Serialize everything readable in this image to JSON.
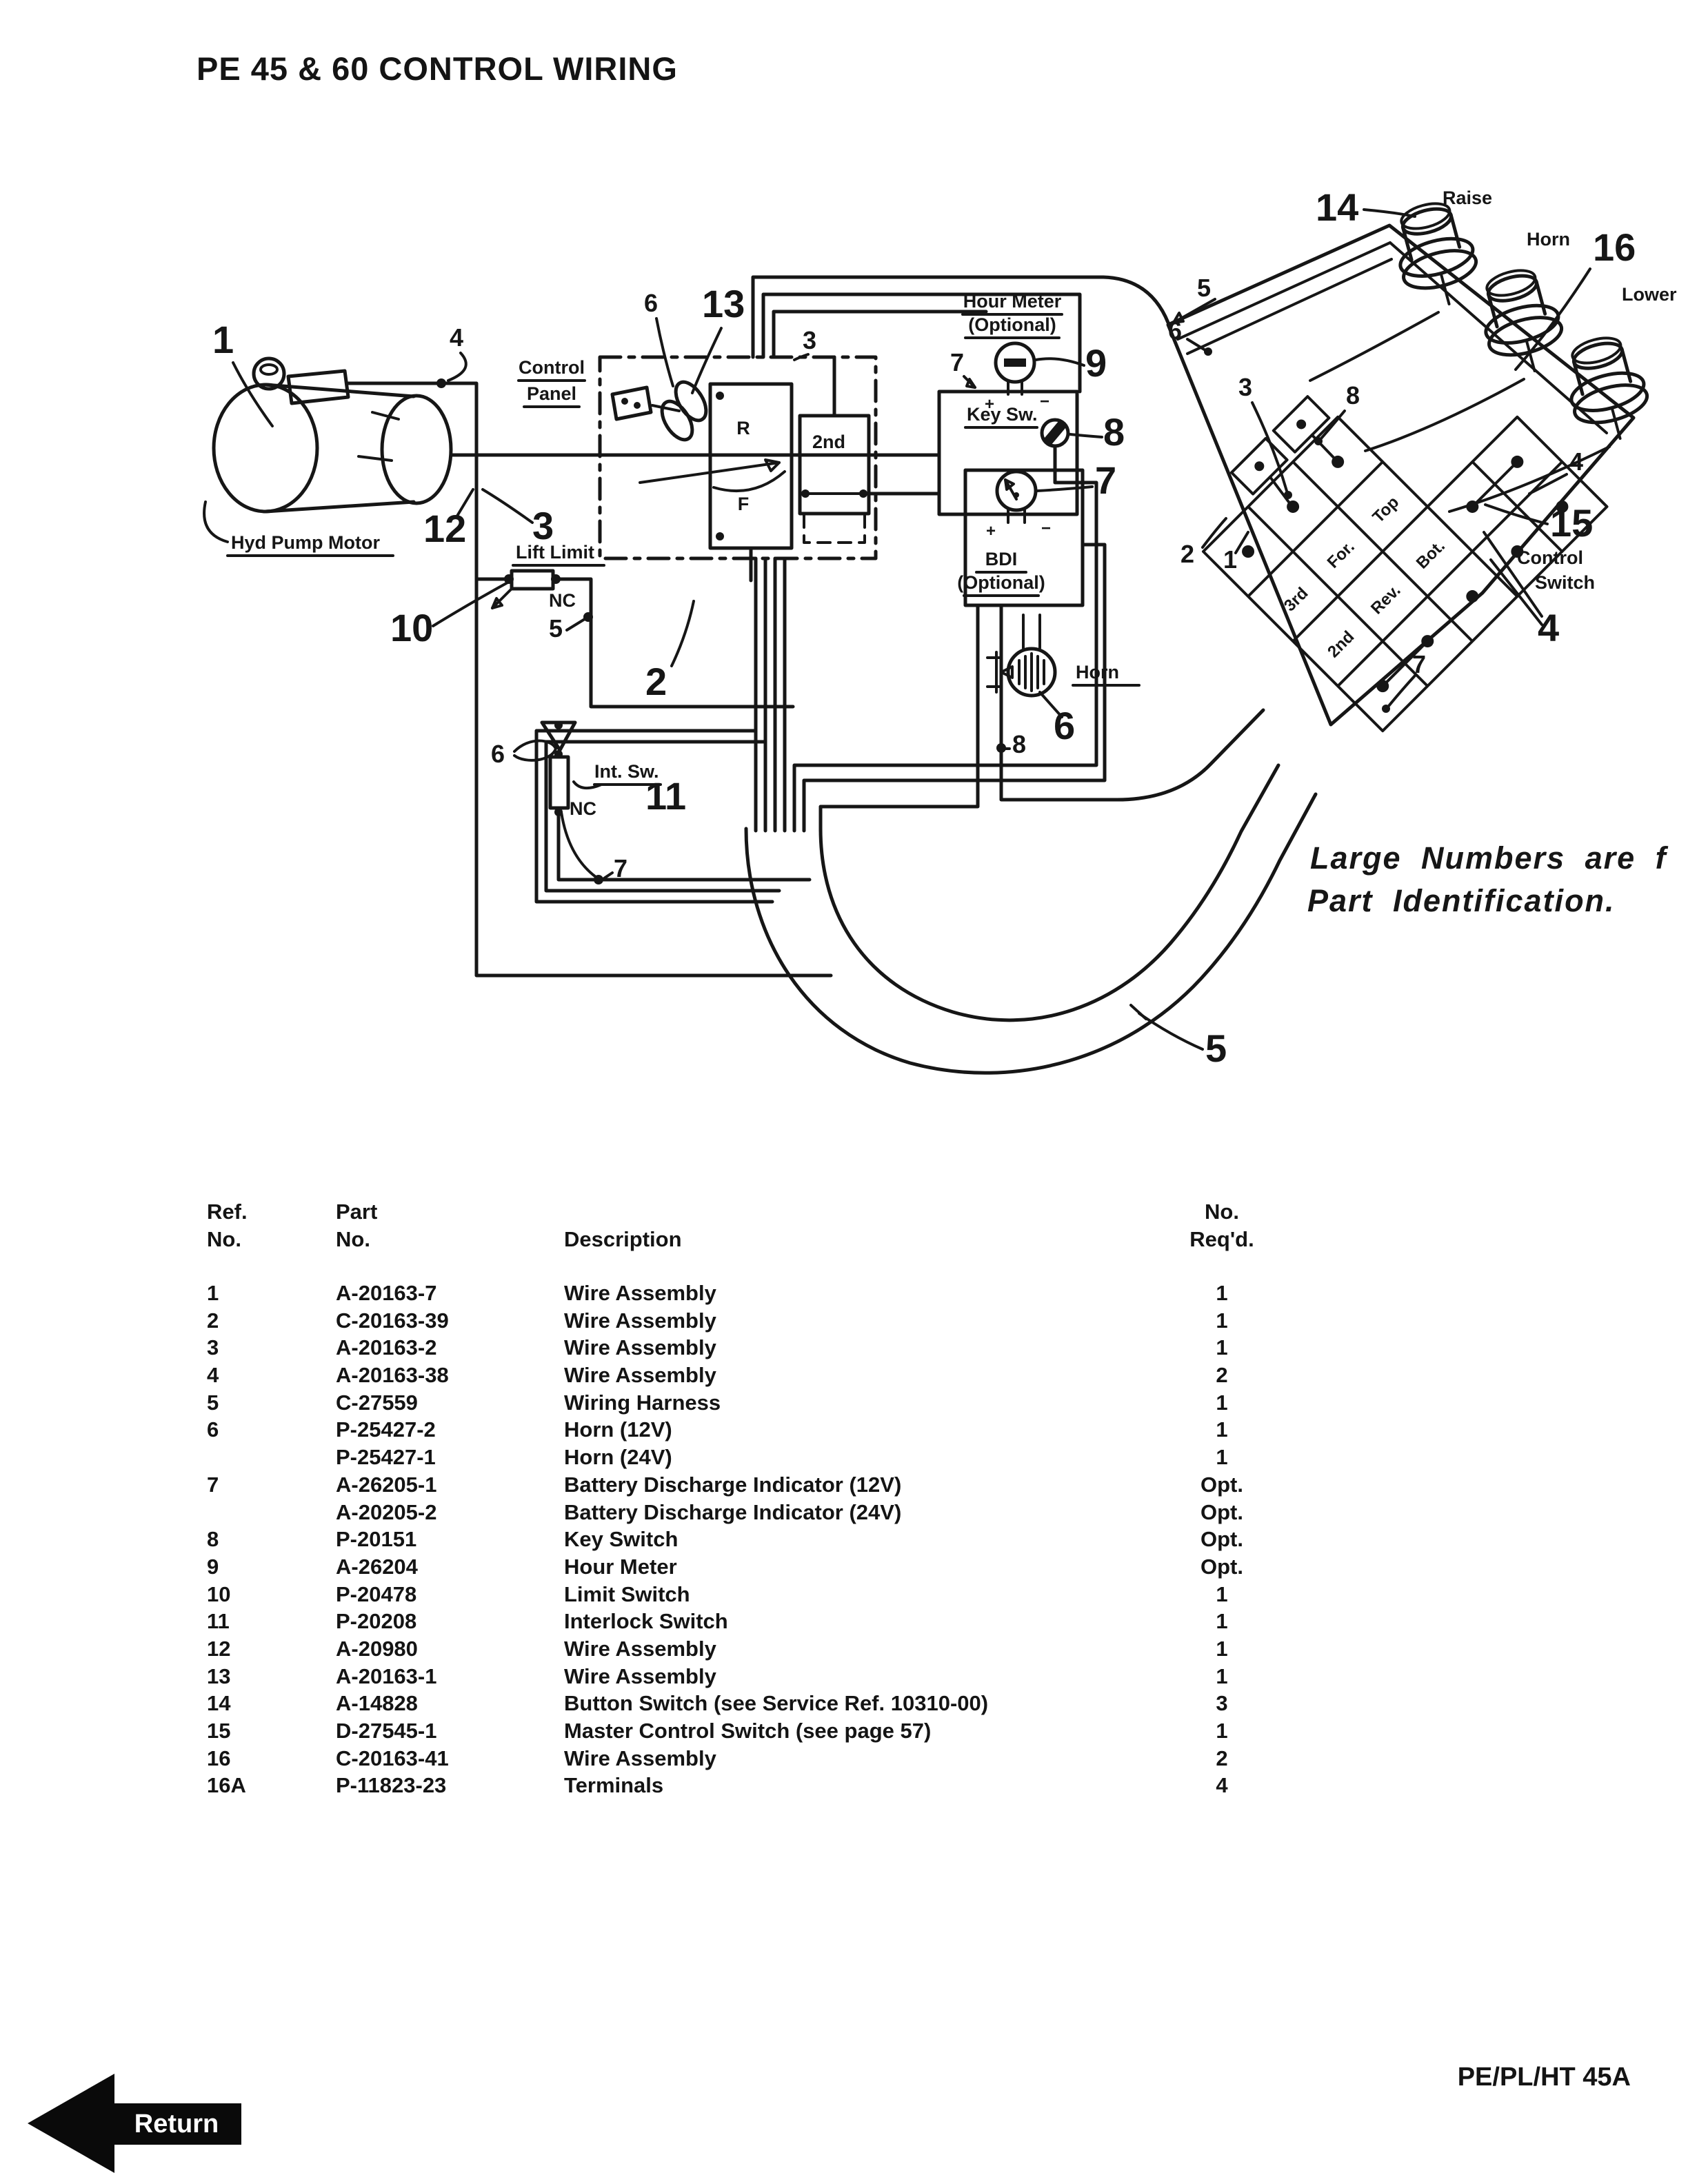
{
  "page": {
    "title": "PE 45 & 60 CONTROL WIRING",
    "doc_code": "PE/PL/HT 45A",
    "return_label": "Return"
  },
  "diagram": {
    "labels": {
      "hyd_pump_motor": "Hyd Pump Motor",
      "control_panel_line1": "Control",
      "control_panel_line2": "Panel",
      "hour_meter_line1": "Hour Meter",
      "hour_meter_line2": "(Optional)",
      "key_sw": "Key Sw.",
      "bdi_line1": "BDI",
      "bdi_line2": "(Optional)",
      "lift_limit": "Lift Limit",
      "int_sw": "Int. Sw.",
      "horn": "Horn",
      "nc": "NC",
      "raise": "Raise",
      "horn_button": "Horn",
      "lower": "Lower",
      "control_switch_line1": "Control",
      "control_switch_line2": "Switch",
      "r": "R",
      "f": "F",
      "second_speed": "2nd",
      "plus": "+",
      "minus": "−"
    },
    "grid": {
      "r1": [
        "3rd",
        "For.",
        "Top"
      ],
      "r2": [
        "2nd",
        "Rev.",
        "Bot."
      ]
    },
    "callouts": {
      "n1": "1",
      "n2": "2",
      "n3": "3",
      "n4": "4",
      "n5": "5",
      "n6": "6",
      "n7": "7",
      "n8": "8",
      "n9": "9",
      "n10": "10",
      "n11": "11",
      "n12": "12",
      "n13": "13",
      "n14": "14",
      "n15": "15",
      "n16": "16"
    },
    "note": {
      "line1": "Large Numbers are f",
      "line2": "Part Identification."
    }
  },
  "parts_table": {
    "headers": {
      "ref_line1": "Ref.",
      "ref_line2": "No.",
      "part_line1": "Part",
      "part_line2": "No.",
      "desc": "Description",
      "qty_line1": "No.",
      "qty_line2": "Req'd."
    },
    "rows": [
      {
        "ref": "1",
        "part": "A-20163-7",
        "desc": "Wire Assembly",
        "qty": "1"
      },
      {
        "ref": "2",
        "part": "C-20163-39",
        "desc": "Wire Assembly",
        "qty": "1"
      },
      {
        "ref": "3",
        "part": "A-20163-2",
        "desc": "Wire Assembly",
        "qty": "1"
      },
      {
        "ref": "4",
        "part": "A-20163-38",
        "desc": "Wire Assembly",
        "qty": "2"
      },
      {
        "ref": "5",
        "part": "C-27559",
        "desc": "Wiring Harness",
        "qty": "1"
      },
      {
        "ref": "6",
        "part": "P-25427-2",
        "desc": "Horn (12V)",
        "qty": "1"
      },
      {
        "ref": "",
        "part": "P-25427-1",
        "desc": "Horn (24V)",
        "qty": "1"
      },
      {
        "ref": "7",
        "part": "A-26205-1",
        "desc": "Battery Discharge Indicator (12V)",
        "qty": "Opt."
      },
      {
        "ref": "",
        "part": "A-20205-2",
        "desc": "Battery Discharge Indicator (24V)",
        "qty": "Opt."
      },
      {
        "ref": "8",
        "part": "P-20151",
        "desc": "Key Switch",
        "qty": "Opt."
      },
      {
        "ref": "9",
        "part": "A-26204",
        "desc": "Hour Meter",
        "qty": "Opt."
      },
      {
        "ref": "10",
        "part": "P-20478",
        "desc": "Limit Switch",
        "qty": "1"
      },
      {
        "ref": "11",
        "part": "P-20208",
        "desc": "Interlock Switch",
        "qty": "1"
      },
      {
        "ref": "12",
        "part": "A-20980",
        "desc": "Wire Assembly",
        "qty": "1"
      },
      {
        "ref": "13",
        "part": "A-20163-1",
        "desc": "Wire Assembly",
        "qty": "1"
      },
      {
        "ref": "14",
        "part": "A-14828",
        "desc": "Button Switch (see Service Ref. 10310-00)",
        "qty": "3"
      },
      {
        "ref": "15",
        "part": "D-27545-1",
        "desc": "Master Control Switch (see page 57)",
        "qty": "1"
      },
      {
        "ref": "16",
        "part": "C-20163-41",
        "desc": "Wire Assembly",
        "qty": "2"
      },
      {
        "ref": "16A",
        "part": "P-11823-23",
        "desc": "Terminals",
        "qty": "4"
      }
    ]
  }
}
